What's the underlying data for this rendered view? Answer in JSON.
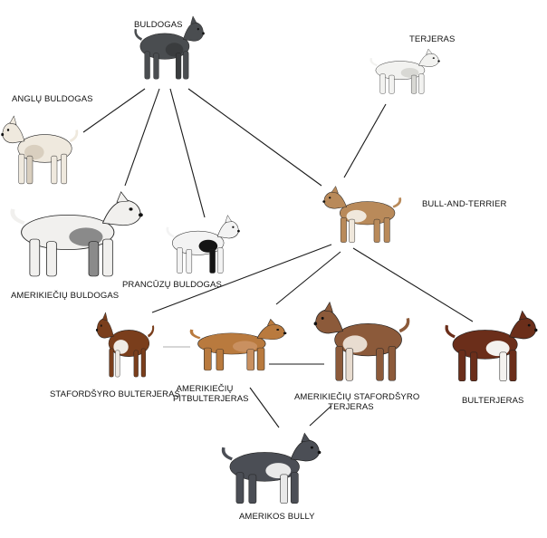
{
  "title": "Bull-and-terrier breed lineage diagram",
  "breeds": {
    "buldogas": {
      "label": "BULDOGAS",
      "body": "#4a4d50",
      "patch": "#3a3c3e"
    },
    "terjeras": {
      "label": "TERJERAS",
      "body": "#f2f2f0",
      "patch": "#d8d8d4"
    },
    "anglu": {
      "label": "ANGLŲ BULDOGAS",
      "body": "#efe9de",
      "patch": "#d9cfbf"
    },
    "bullterrier": {
      "label": "BULL-AND-TERRIER",
      "body": "#b98a5a",
      "patch": "#f0e8dc"
    },
    "amerikieciu_buldogas": {
      "label": "AMERIKIEČIŲ BULDOGAS",
      "body": "#f1f0ee",
      "patch": "#8a8a8a"
    },
    "prancuzu": {
      "label": "PRANCŪZŲ BULDOGAS",
      "body": "#f3f3f3",
      "patch": "#151515"
    },
    "stafordsyro": {
      "label": "STAFORDŠYRO BULTERJERAS",
      "body": "#7a3e1c",
      "patch": "#f0ebe5"
    },
    "pitbul": {
      "label_line1": "AMERIKIEČIŲ",
      "label_line2": "PITBULTERJERAS",
      "body": "#b97a3e",
      "patch": "#c99060"
    },
    "amstaff": {
      "label_line1": "AMERIKIEČIŲ STAFORDŠYRO",
      "label_line2": "TERJERAS",
      "body": "#8c5a3a",
      "patch": "#e8dcd0"
    },
    "bulterjeras": {
      "label": "BULTERJERAS",
      "body": "#6b2e1a",
      "patch": "#f4f2ef"
    },
    "bully": {
      "label": "AMERIKOS BULLY",
      "body": "#4b4e55",
      "patch": "#e9e9e9"
    }
  },
  "line_color": "#1a1a1a",
  "weak_line_color": "#bdbdbd"
}
